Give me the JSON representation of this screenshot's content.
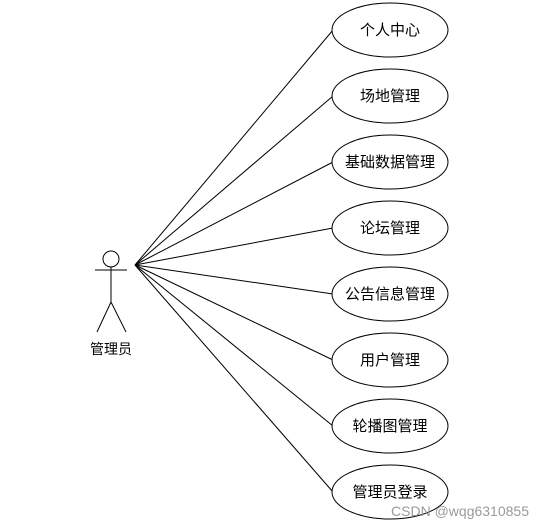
{
  "actor": {
    "label": "管理员"
  },
  "use_cases": [
    {
      "label": "个人中心"
    },
    {
      "label": "场地管理"
    },
    {
      "label": "基础数据管理"
    },
    {
      "label": "论坛管理"
    },
    {
      "label": "公告信息管理"
    },
    {
      "label": "用户管理"
    },
    {
      "label": "轮播图管理"
    },
    {
      "label": "管理员登录"
    }
  ],
  "watermark": "CSDN @wqg6310855",
  "colors": {
    "stroke": "#000000",
    "background": "#ffffff",
    "watermark": "#9a9a9a"
  }
}
